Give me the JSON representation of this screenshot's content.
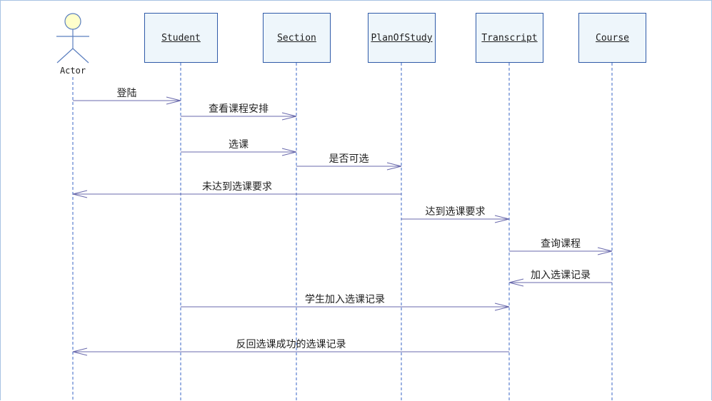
{
  "actor": {
    "label": "Actor"
  },
  "objects": [
    {
      "id": "student",
      "label": "Student"
    },
    {
      "id": "section",
      "label": "Section"
    },
    {
      "id": "planofstudy",
      "label": "PlanOfStudy"
    },
    {
      "id": "transcript",
      "label": "Transcript"
    },
    {
      "id": "course",
      "label": "Course"
    }
  ],
  "messages": [
    {
      "from": "actor",
      "to": "student",
      "label": "登陆"
    },
    {
      "from": "student",
      "to": "section",
      "label": "查看课程安排"
    },
    {
      "from": "student",
      "to": "section",
      "label": "选课"
    },
    {
      "from": "section",
      "to": "planofstudy",
      "label": "是否可选"
    },
    {
      "from": "planofstudy",
      "to": "actor",
      "label": "未达到选课要求"
    },
    {
      "from": "planofstudy",
      "to": "transcript",
      "label": "达到选课要求"
    },
    {
      "from": "transcript",
      "to": "course",
      "label": "查询课程"
    },
    {
      "from": "course",
      "to": "transcript",
      "label": "加入选课记录"
    },
    {
      "from": "student",
      "to": "transcript",
      "label": "学生加入选课记录"
    },
    {
      "from": "transcript",
      "to": "actor",
      "label": "反回选课成功的选课记录"
    }
  ],
  "colors": {
    "box_fill": "#eef6fb",
    "box_border": "#2f5aa8",
    "lifeline": "#3a66c4",
    "arrow": "#6a6aad",
    "actor_head": "#ffffcc",
    "actor_stroke": "#5b7fbf"
  }
}
